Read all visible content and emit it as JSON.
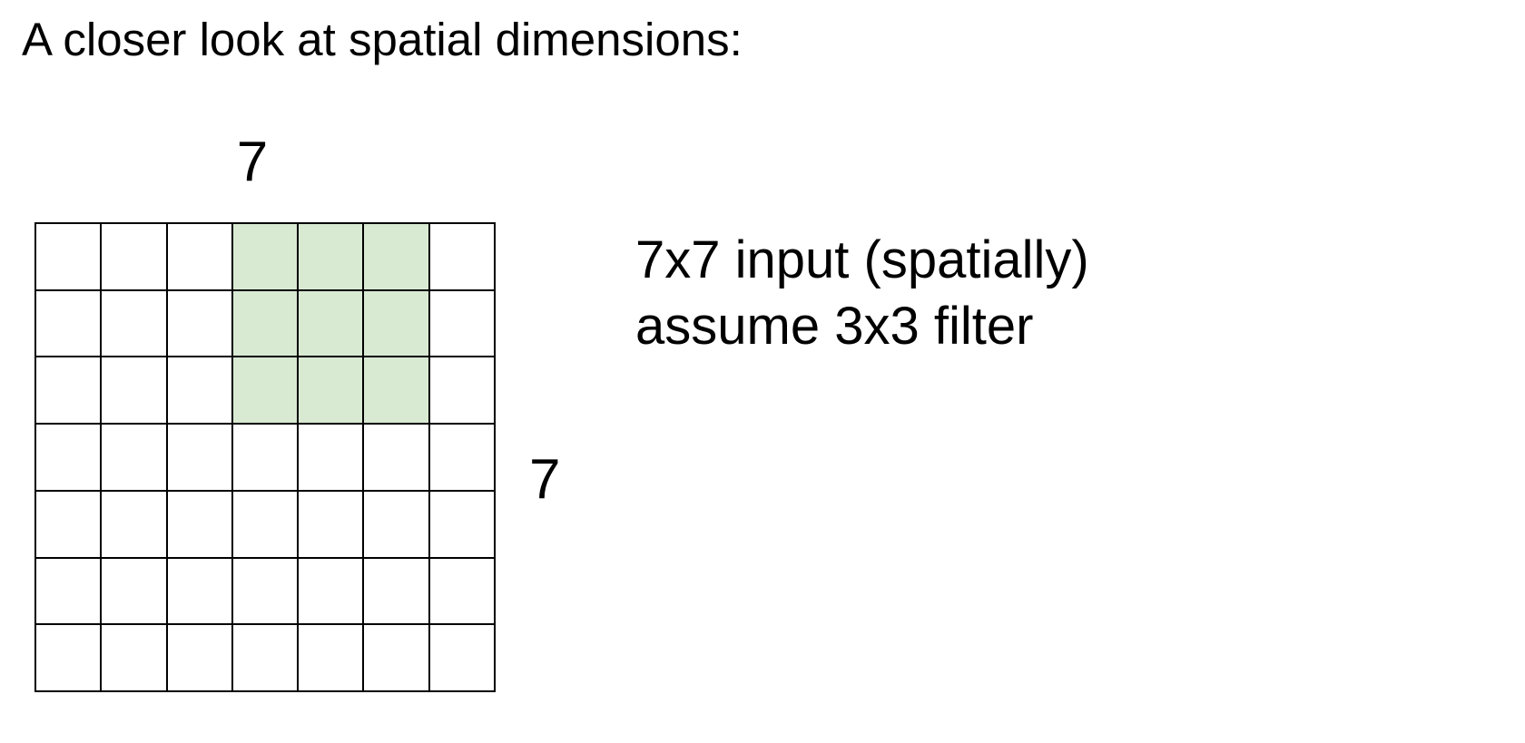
{
  "slide": {
    "title": "A closer look at spatial dimensions:",
    "background_color": "#ffffff",
    "text_color": "#000000"
  },
  "diagram": {
    "grid": {
      "rows": 7,
      "cols": 7,
      "cell_fill": "#ffffff",
      "line_color": "#000000",
      "highlight": {
        "fill": "#d9ead3",
        "rows": [
          0,
          1,
          2
        ],
        "cols": [
          3,
          4,
          5
        ],
        "meaning": "3x3 filter position"
      }
    },
    "width_label": "7",
    "height_label": "7"
  },
  "caption": {
    "line1": "7x7 input (spatially)",
    "line2": "assume 3x3 filter"
  }
}
